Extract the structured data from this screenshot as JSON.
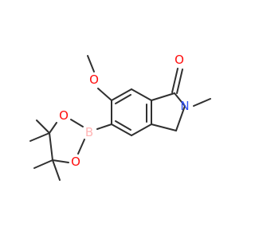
{
  "colors": {
    "bond": "#303030",
    "oxygen": "#ff0d0d",
    "nitrogen": "#3050f8",
    "boron": "#ffb5b5",
    "background": "#ffffff"
  },
  "atoms": {
    "methoxy_o": "O",
    "carbonyl_o": "O",
    "amide_n": "N",
    "boron": "B",
    "ring_o_top": "O",
    "ring_o_bottom": "O"
  }
}
